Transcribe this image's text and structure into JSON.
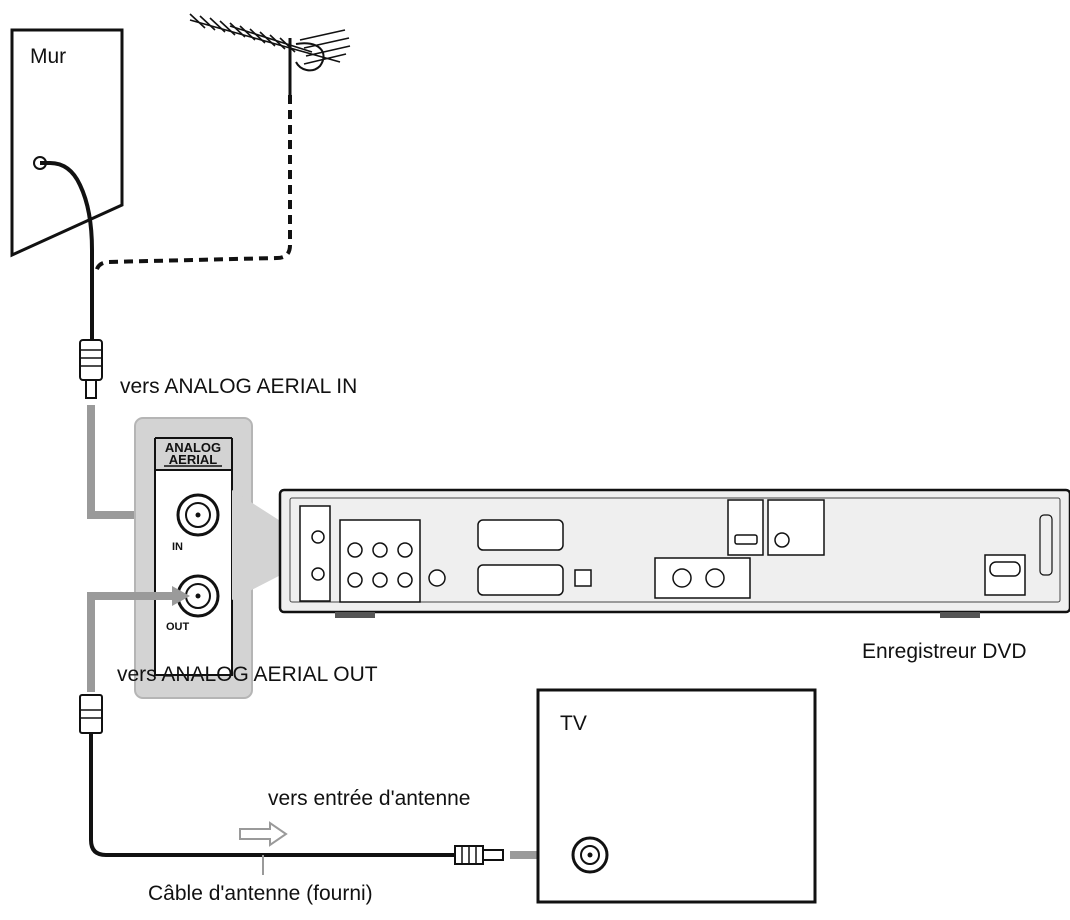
{
  "labels": {
    "wall": "Mur",
    "aerial_in": "vers ANALOG AERIAL IN",
    "aerial_out": "vers ANALOG AERIAL OUT",
    "recorder": "Enregistreur DVD",
    "tv": "TV",
    "tv_input": "vers entrée d'antenne",
    "cable": "Câble d'antenne (fourni)"
  },
  "panel": {
    "title_line1": "ANALOG",
    "title_line2": "AERIAL",
    "in_label": "IN",
    "out_label": "OUT"
  },
  "colors": {
    "line": "#111111",
    "gray_cable": "#9a9a9a",
    "panel_bg": "#d3d3d3",
    "panel_border": "#b5b5b5",
    "recorder_body": "#efefef"
  }
}
